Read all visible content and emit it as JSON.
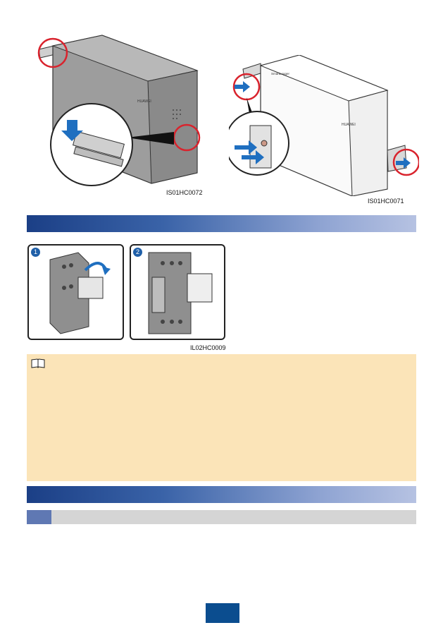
{
  "figures": {
    "left_caption": "IS01HC0072",
    "right_caption": "IS01HC0071",
    "terminal_caption": "IL02HC0009",
    "step_badges": [
      "1",
      "2"
    ],
    "device_brand": "HUAWEI",
    "device_label": "SmartLogger"
  },
  "section1": {
    "title": ""
  },
  "note": {
    "icon": "book-icon",
    "text": ""
  },
  "section2": {
    "title": ""
  },
  "subsection": {
    "title": ""
  },
  "footer": {
    "page_number": ""
  },
  "colors": {
    "section_bar_start": "#1b3f86",
    "note_background": "#fbe4b8",
    "callout_circle": "#d9232d",
    "arrow_blue": "#1f6fc0",
    "page_badge": "#0b4d8f"
  }
}
